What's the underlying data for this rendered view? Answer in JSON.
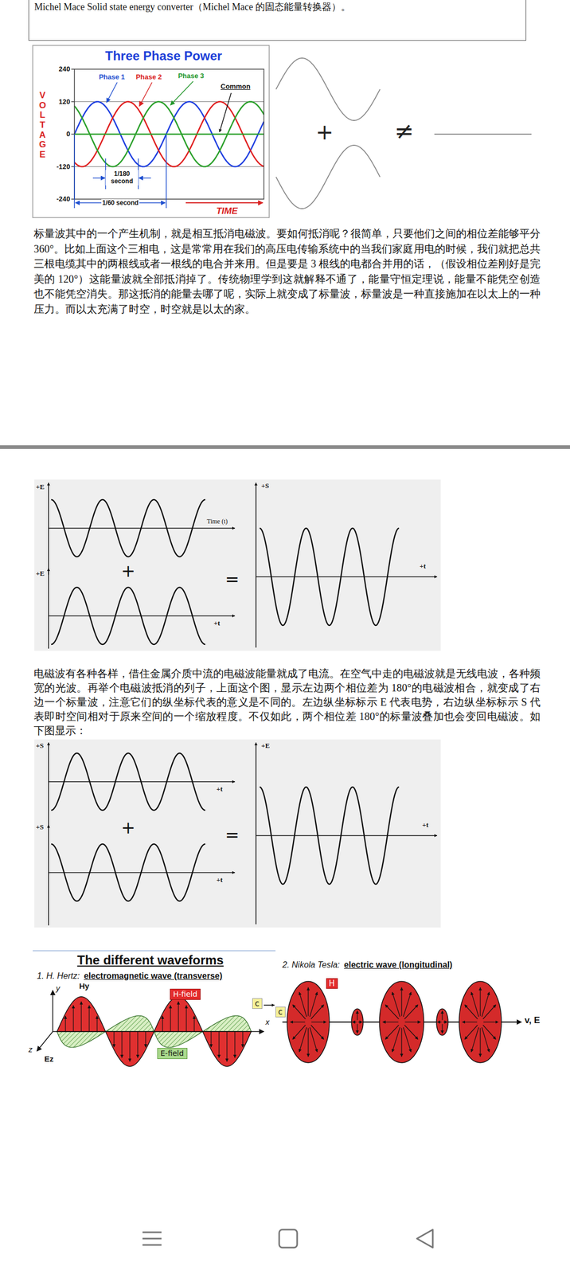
{
  "diagram": {
    "nodes": [
      {
        "text": [
          "Michel Mace Solid state energy converter（Michel Mace 的固态能量转换器）。"
        ]
      },
      {
        "text": [
          "H-field"
        ]
      },
      {
        "text": [
          "c"
        ]
      },
      {
        "text": [
          "E-field"
        ]
      },
      {
        "text": [
          "H"
        ]
      },
      {
        "text": [
          "c"
        ]
      }
    ],
    "labels": [
      "Three Phase Power",
      "Phase 1",
      "Phase 2",
      "Phase 3",
      "Common",
      "VOLTAGE",
      "240",
      "120",
      "0",
      "-120",
      "-240",
      "1/180 second",
      "1/60 second",
      "TIME",
      "+",
      "≠",
      "标量波其中的一个产生机制，就是相互抵消电磁波。要如何抵消呢？很简单，只要他们之间的相位差能够平分 360°。比如上面这个三相电，这是常常用在我们的高压电传输系统中的当我们家庭用电的时候，我们就把总共三根电缆其中的两根线或者一根线的电合并来用。但是要是 3 根线的电都合并用的话，（假设相位差刚好是完美的 120°）这能量波就全部抵消掉了。传统物理学到这就解释不通了，能量守恒定理说，能量不能凭空创造也不能凭空消失。那这抵消的能量去哪了呢，实际上就变成了标量波，标量波是一种直接施加在以太上的一种压力。而以太充满了时空，时空就是以太的家。",
      "+E",
      "Time (t)",
      "+",
      "=",
      "+E",
      "+t",
      "+S",
      "+t",
      "电磁波有各种各样，借住金属介质中流的电磁波能量就成了电流。在空气中走的电磁波就是无线电波，各种频宽的光波。再举个电磁波抵消的列子，上面这个图，显示左边两个相位差为 180°的电磁波相合，就变成了右边一个标量波，注意它们的纵坐标代表的意义是不同的。左边纵坐标标示 E 代表电势，右边纵坐标标示 S 代表即时空间相对于原来空间的一个缩放程度。不仅如此，两个相位差 180°的标量波叠加也会变回电磁波。如下图显示：",
      "+S",
      "+t",
      "+",
      "=",
      "+S",
      "+t",
      "+E",
      "+t",
      "The different waveforms",
      "1. H. Hertz:",
      "electromagnetic wave (transverse)",
      "y",
      "Hy",
      "z",
      "Ez",
      "x",
      "2. Nikola Tesla:",
      "electric wave (longitudinal)",
      "v, E"
    ]
  }
}
